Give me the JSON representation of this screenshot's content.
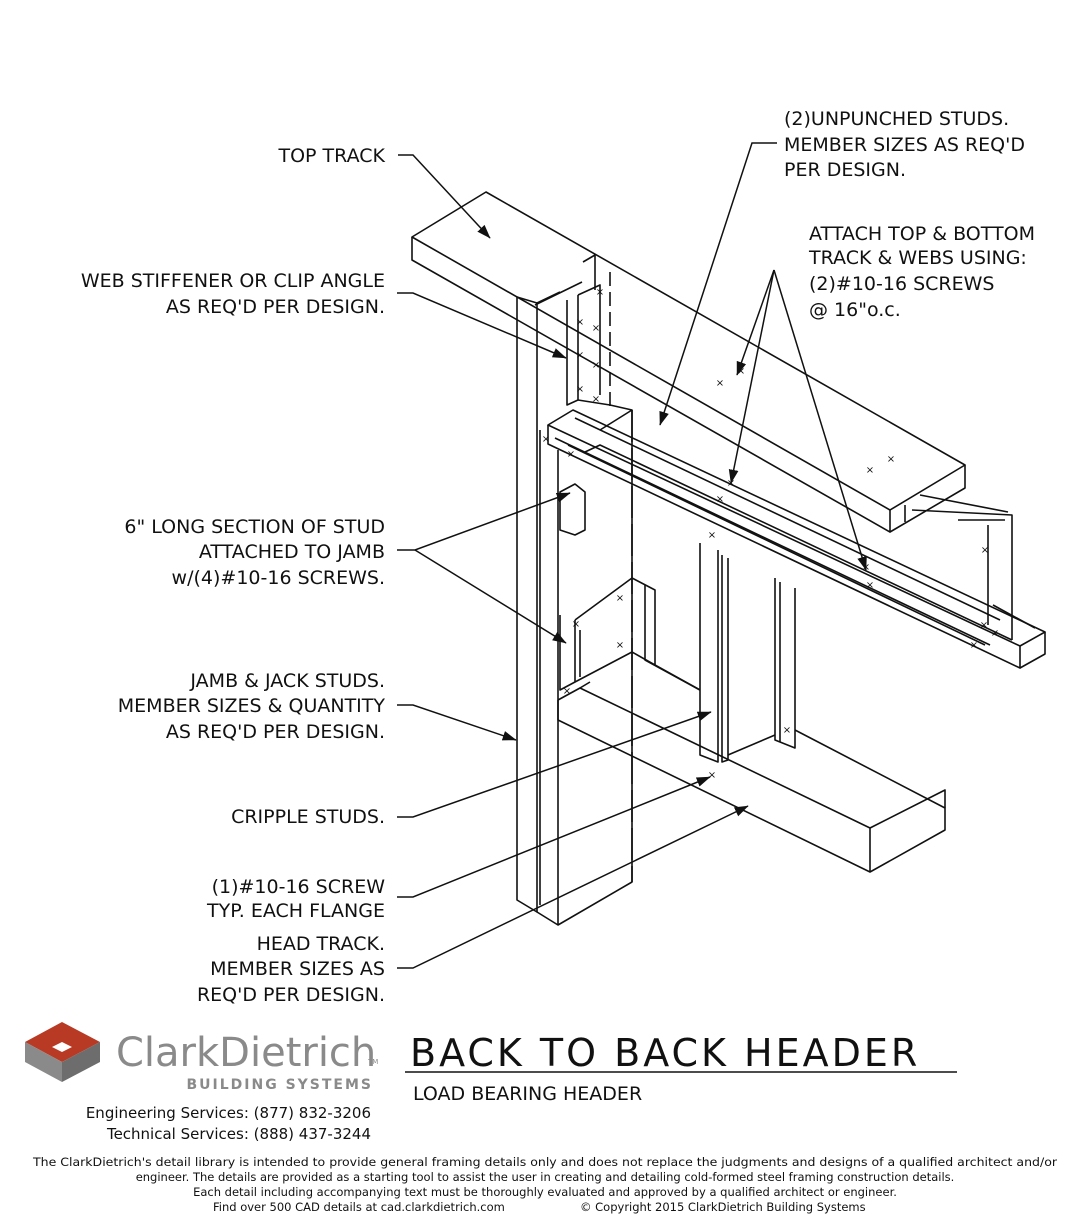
{
  "labels": {
    "top_track": "TOP TRACK",
    "unpunched_1": "(2)UNPUNCHED STUDS.",
    "unpunched_2": "MEMBER SIZES AS REQ'D",
    "unpunched_3": "PER DESIGN.",
    "attach_1": "ATTACH TOP & BOTTOM",
    "attach_2": "TRACK & WEBS USING:",
    "attach_3": "(2)#10-16 SCREWS",
    "attach_4": "@ 16\"o.c.",
    "stiffener_1": "WEB STIFFENER OR CLIP ANGLE",
    "stiffener_2": "AS REQ'D PER DESIGN.",
    "section_1": "6\" LONG SECTION OF STUD",
    "section_2": "ATTACHED TO JAMB",
    "section_3": "w/(4)#10-16 SCREWS.",
    "jamb_1": "JAMB & JACK STUDS.",
    "jamb_2": "MEMBER SIZES & QUANTITY",
    "jamb_3": "AS REQ'D PER DESIGN.",
    "cripple": "CRIPPLE STUDS.",
    "screw_1": "(1)#10-16 SCREW",
    "screw_2": "TYP. EACH FLANGE",
    "head_1": "HEAD TRACK.",
    "head_2": "MEMBER SIZES AS",
    "head_3": "REQ'D PER DESIGN."
  },
  "brand": {
    "name": "ClarkDietrich",
    "tm": "TM",
    "sub": "BUILDING SYSTEMS",
    "engineering": "Engineering Services: (877) 832-3206",
    "technical": "Technical Services: (888) 437-3244",
    "logo_color": "#b83a25",
    "gray": "#8a8a8a"
  },
  "title": {
    "main": "BACK TO BACK HEADER",
    "sub": "LOAD BEARING HEADER"
  },
  "disclaimer": {
    "line1": "The ClarkDietrich's detail library is intended to provide general framing details only and does not replace the judgments and designs of a qualified architect and/or",
    "line2": "engineer. The details are provided as a starting tool to assist the user in creating and detailing cold-formed steel framing construction details.",
    "line3": "Each detail including accompanying text must be thoroughly evaluated and approved by a qualified architect or engineer.",
    "line4a": "Find over 500 CAD details at cad.clarkdietrich.com",
    "line4b": "© Copyright 2015 ClarkDietrich Building Systems"
  }
}
